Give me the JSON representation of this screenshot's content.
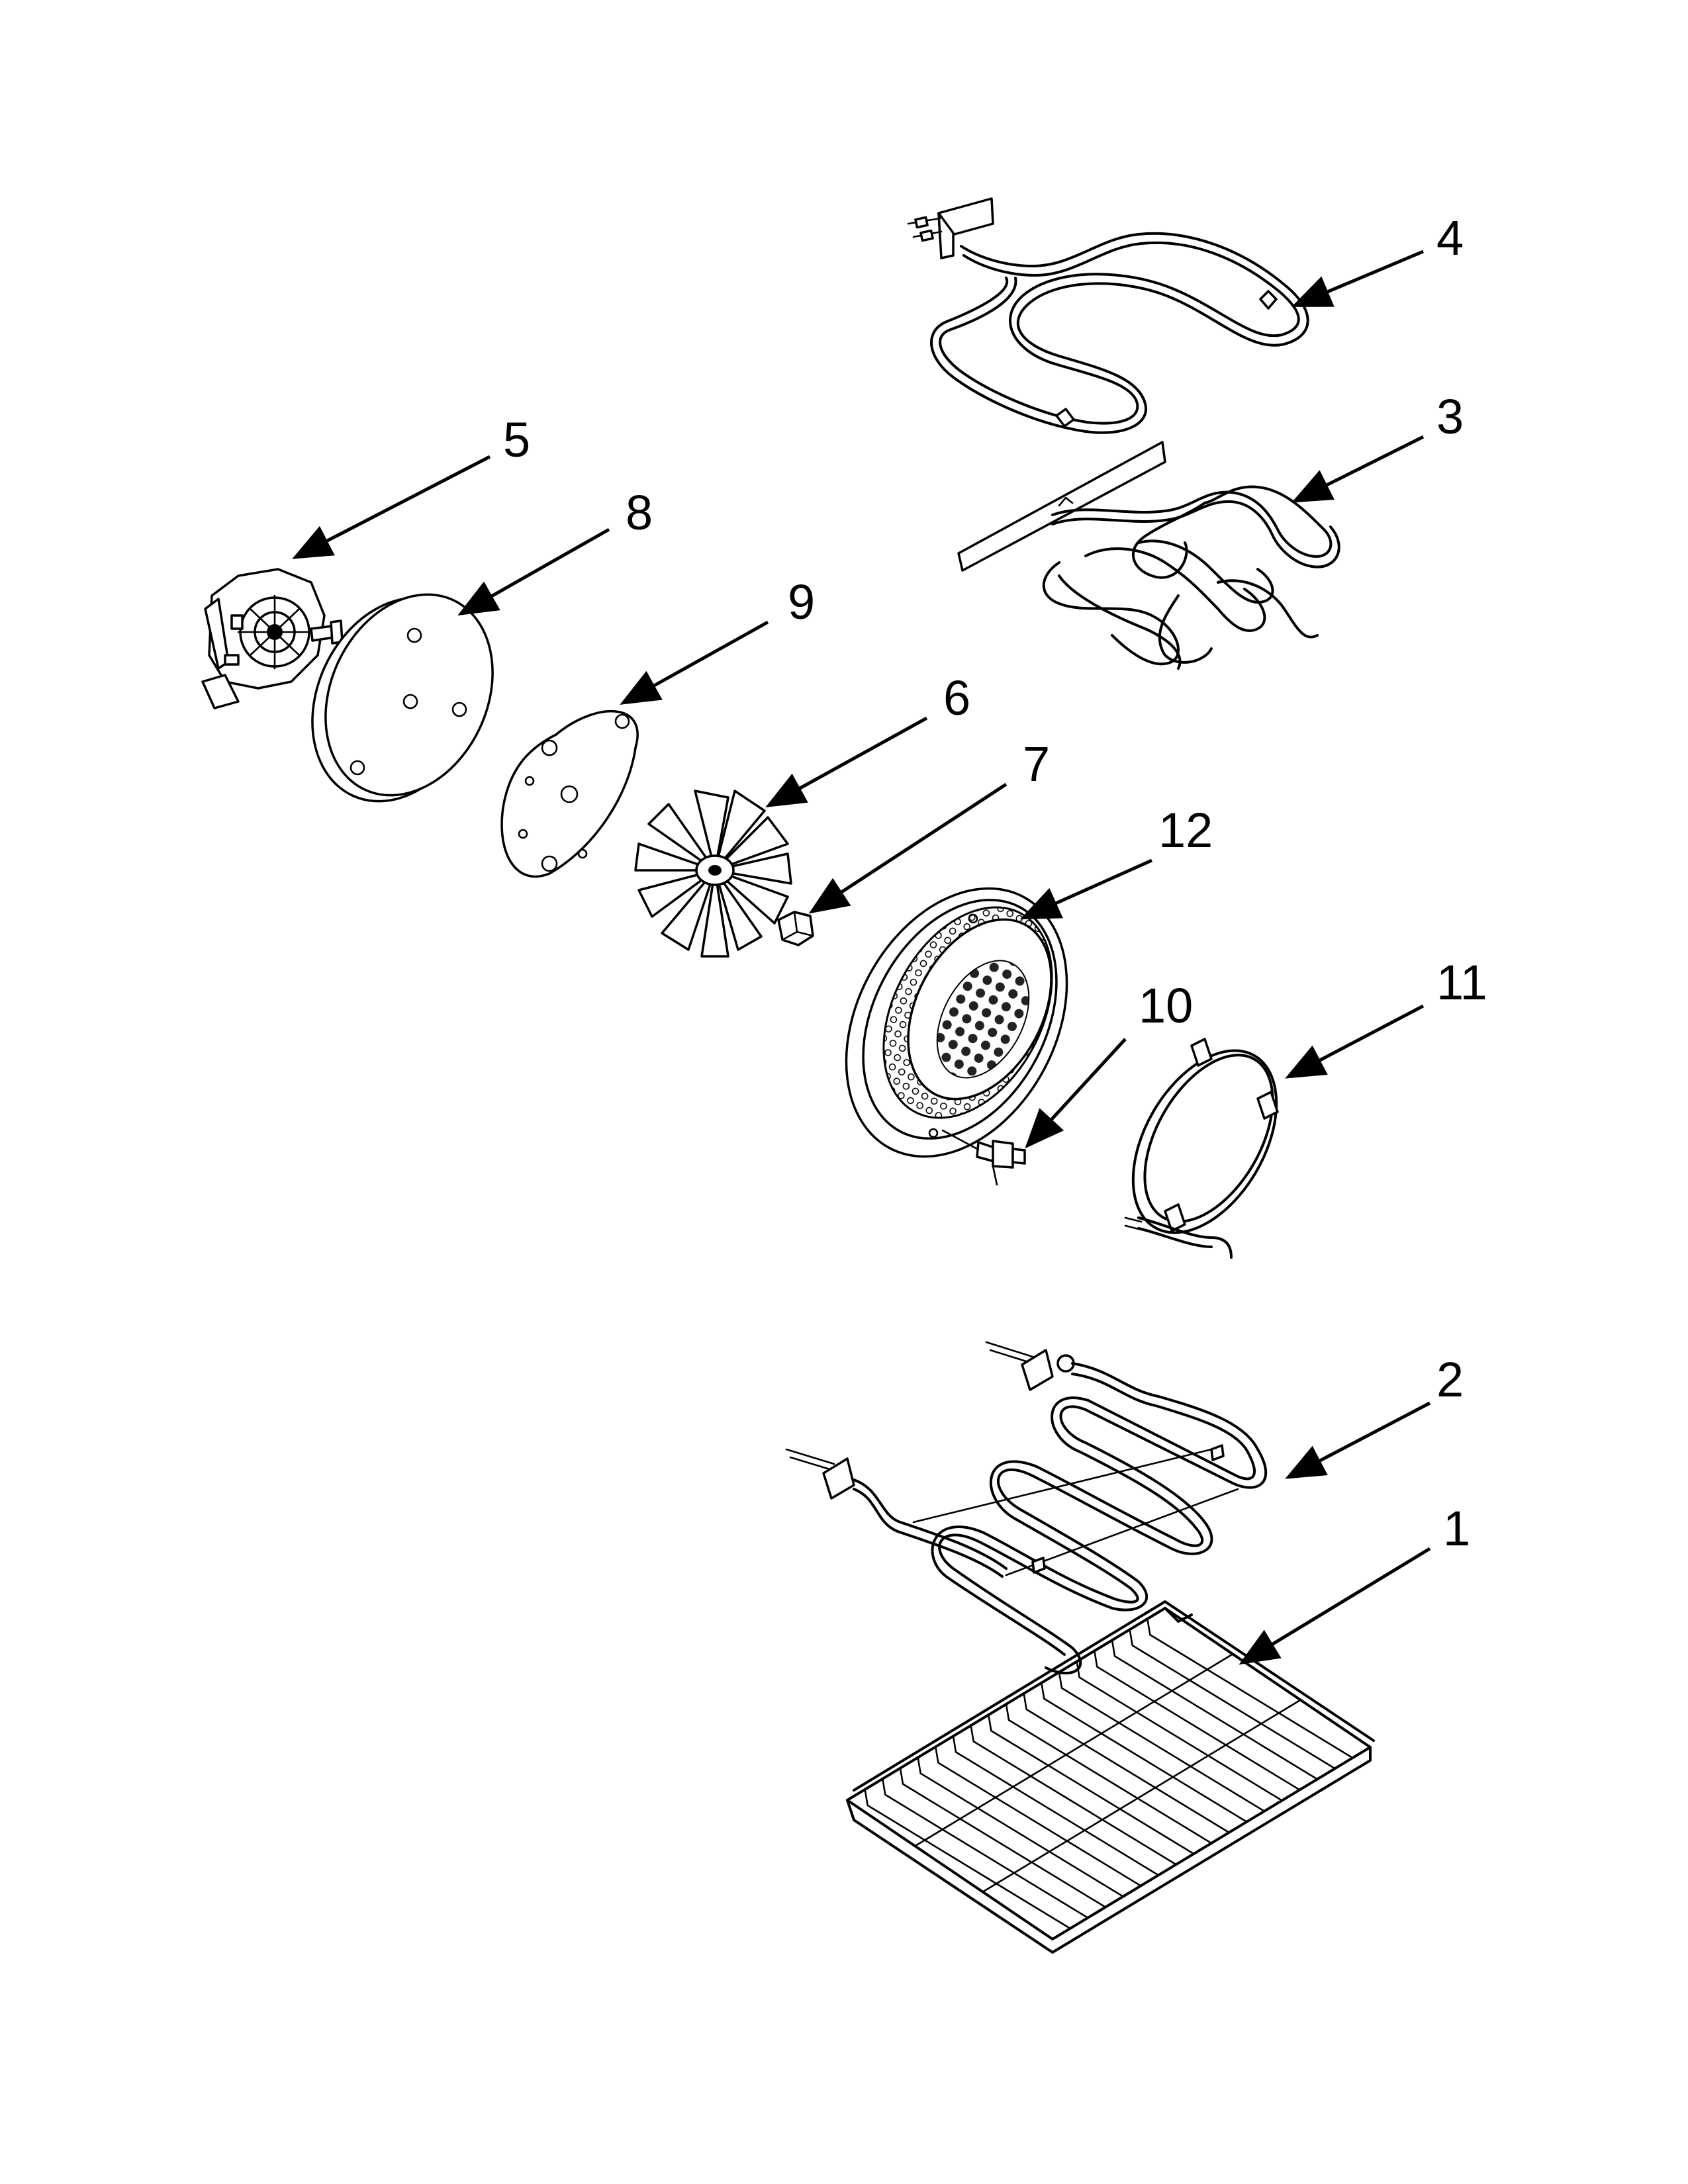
{
  "diagram": {
    "callouts": [
      {
        "id": "part-4",
        "label": "4"
      },
      {
        "id": "part-3",
        "label": "3"
      },
      {
        "id": "part-5",
        "label": "5"
      },
      {
        "id": "part-8",
        "label": "8"
      },
      {
        "id": "part-9",
        "label": "9"
      },
      {
        "id": "part-6",
        "label": "6"
      },
      {
        "id": "part-7",
        "label": "7"
      },
      {
        "id": "part-12",
        "label": "12"
      },
      {
        "id": "part-10",
        "label": "10"
      },
      {
        "id": "part-11",
        "label": "11"
      },
      {
        "id": "part-2",
        "label": "2"
      },
      {
        "id": "part-1",
        "label": "1"
      }
    ]
  }
}
